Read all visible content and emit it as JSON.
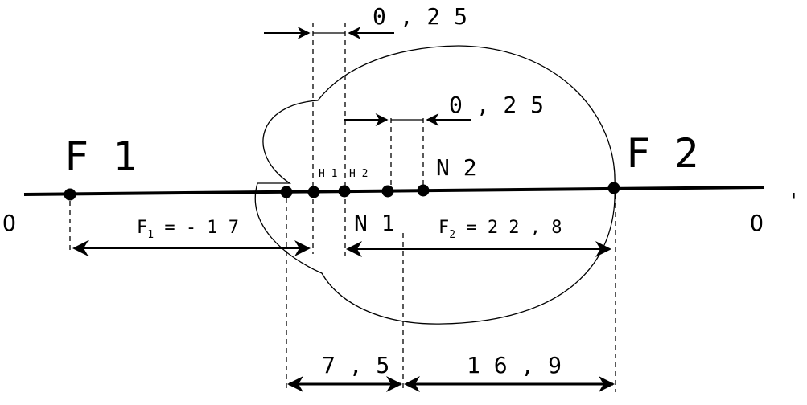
{
  "labels": {
    "axis_left": "O",
    "axis_right": "O",
    "axis_right_mark": "'",
    "f1": "F 1",
    "f2": "F 2",
    "h1": "H 1",
    "h2": "H 2",
    "n1": "N 1",
    "n2": "N 2"
  },
  "dimensions": {
    "top_gap": "0 , 2 5",
    "mid_gap": "0 , 2 5",
    "f1_prefix": "F",
    "f1_sub": "1",
    "f1_value": " = - 1 7",
    "f2_prefix": "F",
    "f2_sub": "2",
    "f2_value": " = 2 2 , 8",
    "bottom_left": "7 , 5",
    "bottom_right": "1 6 , 9"
  }
}
